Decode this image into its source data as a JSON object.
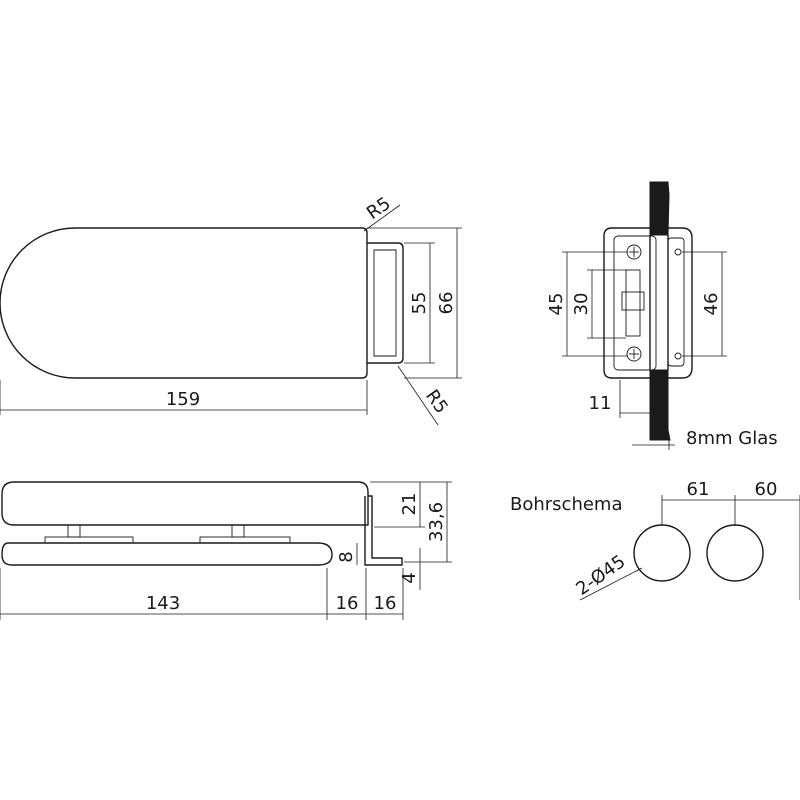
{
  "top_view": {
    "length": "159",
    "height_outer": "66",
    "height_inner": "55",
    "radius_top": "R5",
    "radius_bottom": "R5"
  },
  "side_view": {
    "length": "143",
    "offset_a": "16",
    "offset_b": "16",
    "height_21": "21",
    "height_total": "33,6",
    "height_8": "8",
    "height_4": "4"
  },
  "clamp_view": {
    "dim_45": "45",
    "dim_30": "30",
    "dim_46": "46",
    "dim_11": "11",
    "glass_label": "8mm Glas"
  },
  "drill_scheme": {
    "title": "Bohrschema",
    "spacing_1": "61",
    "spacing_2": "60",
    "holes": "2-Ø45"
  }
}
